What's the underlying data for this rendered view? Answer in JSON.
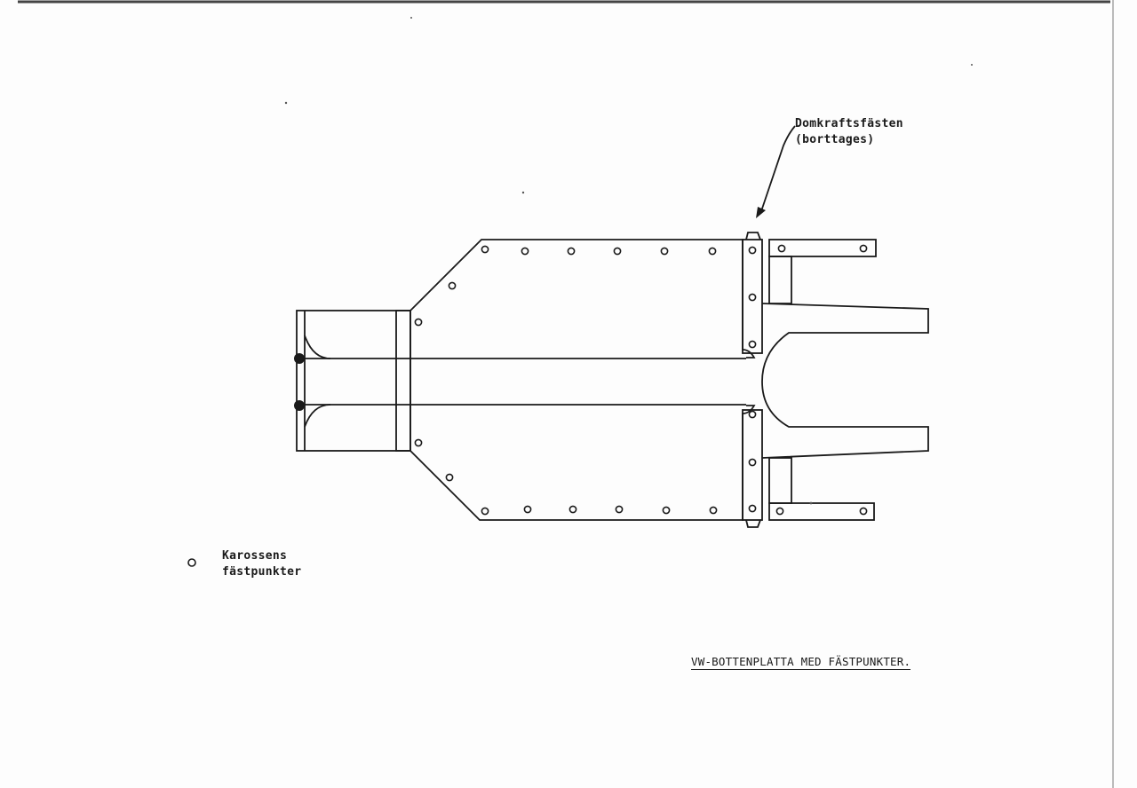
{
  "callout": {
    "line1": "Domkraftsfästen",
    "line2": "(borttages)"
  },
  "legend": {
    "symbol": "body-mount-point-ring",
    "line1": "Karossens",
    "line2": "fästpunkter"
  },
  "caption": "VW-BOTTENPLATTA MED FÄSTPUNKTER.",
  "colors": {
    "ink": "#1a1a1a",
    "paper": "#fdfdfd"
  }
}
